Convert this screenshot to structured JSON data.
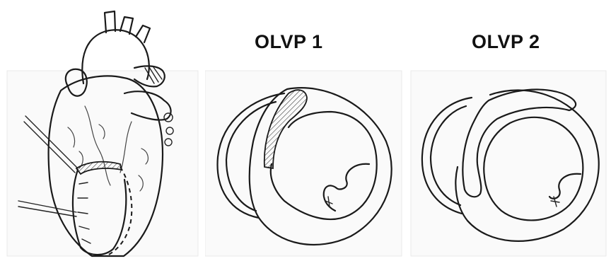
{
  "figure": {
    "panels": [
      {
        "id": "heart",
        "label": ""
      },
      {
        "id": "olvp1",
        "label": "OLVP 1"
      },
      {
        "id": "olvp2",
        "label": "OLVP 2"
      }
    ]
  }
}
